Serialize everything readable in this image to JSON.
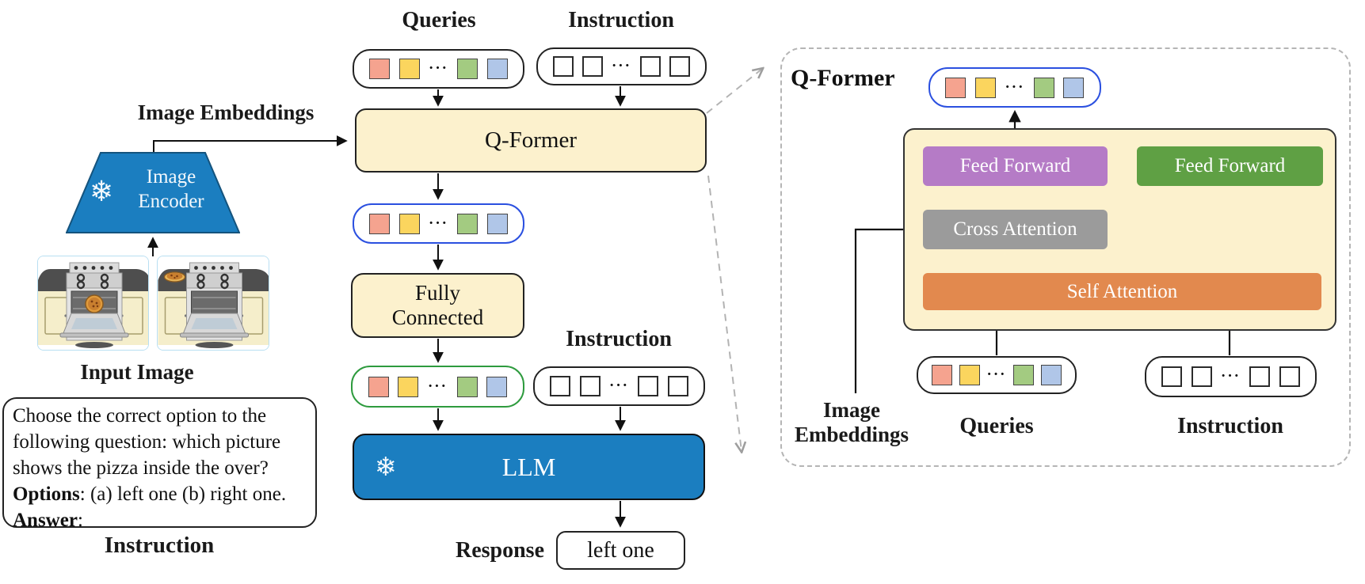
{
  "colors": {
    "frozen_blue": "#1b7ec0",
    "cream": "#fcf1cd",
    "purple_ff": "#b57bc6",
    "green_ff": "#5fa044",
    "gray_attention": "#9b9b9b",
    "orange_attention": "#e2894e",
    "blue_row_border": "#2b50e0",
    "green_row_border": "#2e9b3e",
    "token_colors": [
      "#f5a38f",
      "#fbd55e",
      "#a3cb81",
      "#b0c6e8"
    ]
  },
  "left": {
    "image_embeddings_label": "Image Embeddings",
    "encoder_line1": "Image",
    "encoder_line2": "Encoder",
    "input_image_label": "Input Image",
    "instruction_caption": "Instruction",
    "prompt_line1": "Choose the correct option to the",
    "prompt_line2": "following question: which picture",
    "prompt_line3": "shows the pizza inside the over?",
    "options_label": "Options",
    "options_text": ": (a) left one (b) right one.",
    "answer_label": "Answer",
    "answer_text": ":"
  },
  "middle": {
    "queries_label": "Queries",
    "instruction_label_top": "Instruction",
    "qformer_label": "Q-Former",
    "fc_line1": "Fully",
    "fc_line2": "Connected",
    "instruction_label_mid": "Instruction",
    "llm_label": "LLM",
    "response_label": "Response",
    "response_value": "left one",
    "dots": "···"
  },
  "panel": {
    "title": "Q-Former",
    "feed_forward_left": "Feed Forward",
    "feed_forward_right": "Feed Forward",
    "cross_attention": "Cross Attention",
    "self_attention": "Self Attention",
    "image_embeddings_line1": "Image",
    "image_embeddings_line2": "Embeddings",
    "queries_label": "Queries",
    "instruction_label": "Instruction"
  },
  "icons": {
    "snowflake": "❄"
  }
}
